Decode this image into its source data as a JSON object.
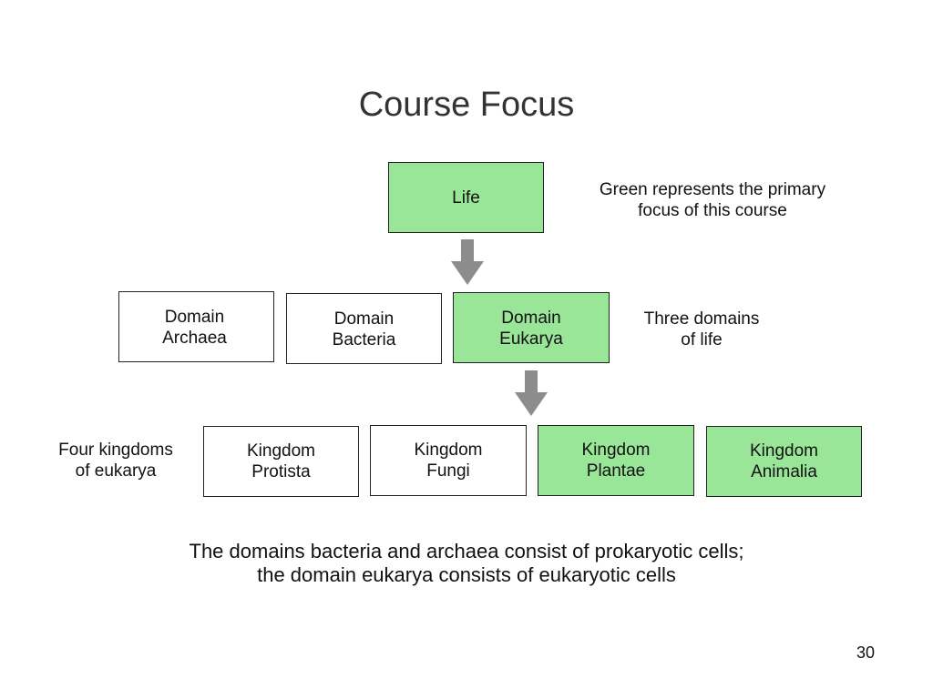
{
  "slide": {
    "title": "Course Focus",
    "page_number": "30",
    "summary": "The domains bacteria and archaea consist of prokaryotic cells;\nthe domain eukarya consists of eukaryotic cells"
  },
  "legend_note": "Green represents the primary\nfocus of this course",
  "domains_note": "Three domains\nof life",
  "kingdoms_note": "Four kingdoms\nof eukarya",
  "colors": {
    "focus_green": "#99e699",
    "arrow_gray": "#8c8c8c"
  },
  "nodes": {
    "life": "Life",
    "archaea": "Domain\nArchaea",
    "bacteria": "Domain\nBacteria",
    "eukarya": "Domain\nEukarya",
    "protista": "Kingdom\nProtista",
    "fungi": "Kingdom\nFungi",
    "plantae": "Kingdom\nPlantae",
    "animalia": "Kingdom\nAnimalia"
  }
}
